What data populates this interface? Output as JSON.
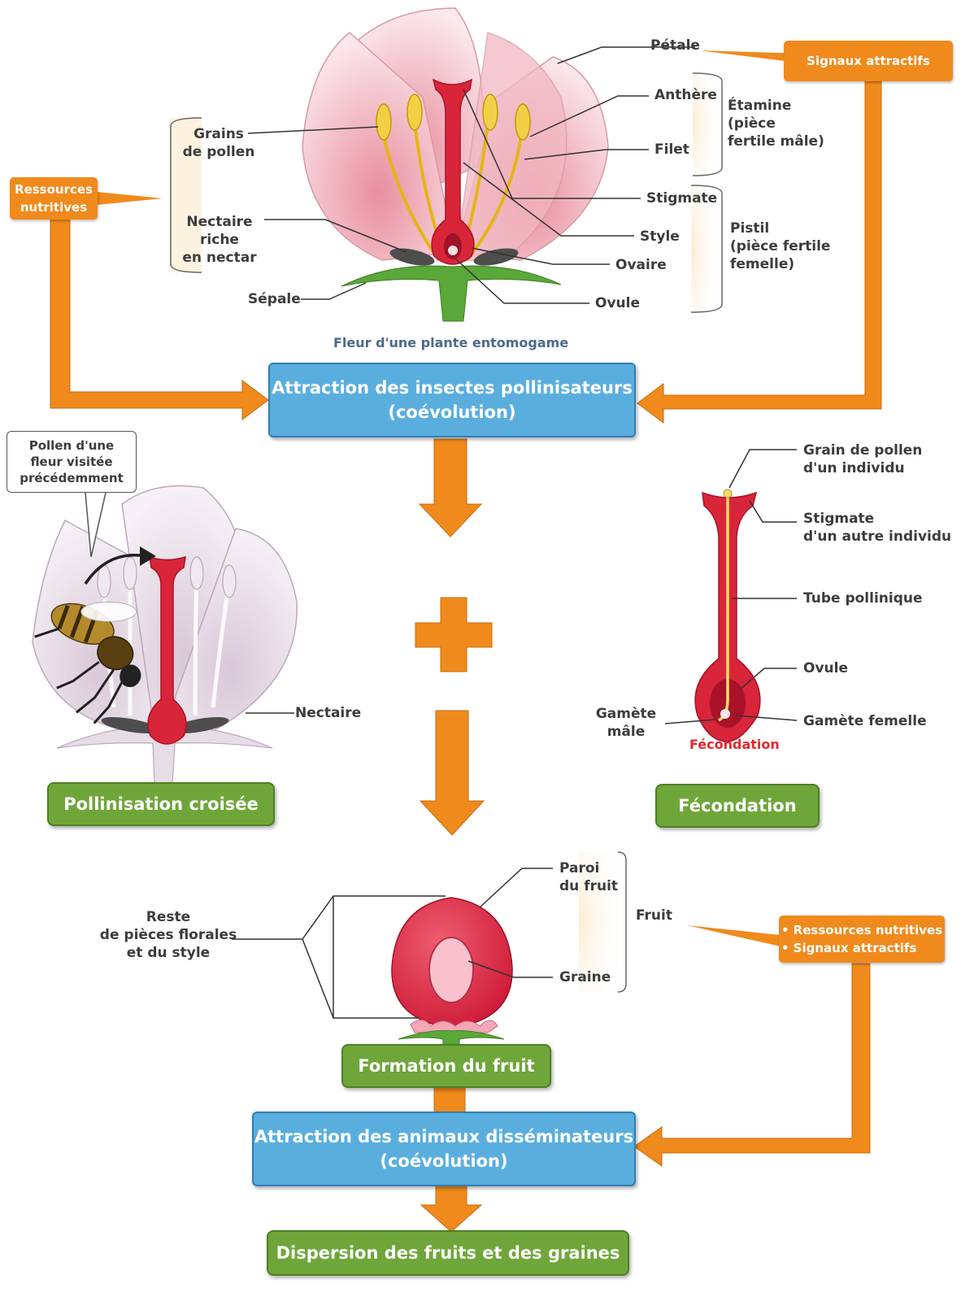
{
  "flower": {
    "caption": "Fleur d'une plante entomogame",
    "labels": {
      "petale": "Pétale",
      "anthere": "Anthère",
      "filet": "Filet",
      "etamine": "Étamine\n(pièce\nfertile mâle)",
      "stigmate": "Stigmate",
      "style": "Style",
      "ovaire": "Ovaire",
      "ovule": "Ovule",
      "pistil": "Pistil\n(pièce fertile\nfemelle)",
      "grains": "Grains\nde pollen",
      "nectaire": "Nectaire\nriche\nen nectar",
      "sepale": "Sépale"
    }
  },
  "tags": {
    "signaux": "Signaux attractifs",
    "ressources": "Ressources\nnutritives",
    "fruit_tag": "• Ressources nutritives\n• Signaux attractifs"
  },
  "boxes": {
    "attraction_insectes": "Attraction des insectes pollinisateurs\n(coévolution)",
    "pollinisation": "Pollinisation croisée",
    "fecondation": "Fécondation",
    "formation": "Formation du fruit",
    "attraction_animaux": "Attraction des animaux disséminateurs\n(coévolution)",
    "dispersion": "Dispersion des fruits et des graines"
  },
  "pollination": {
    "callout": "Pollen d'une\nfleur visitée\nprécédemment",
    "nectaire": "Nectaire"
  },
  "fertilization": {
    "grain": "Grain de pollen\nd'un individu",
    "stigmate": "Stigmate\nd'un autre individu",
    "tube": "Tube pollinique",
    "ovule": "Ovule",
    "gamete_male": "Gamète\nmâle",
    "gamete_femelle": "Gamète femelle",
    "fecondation": "Fécondation"
  },
  "fruit": {
    "reste": "Reste\nde pièces florales\net du style",
    "paroi": "Paroi\ndu fruit",
    "graine": "Graine",
    "fruit": "Fruit"
  },
  "colors": {
    "arrow": "#f08a1c",
    "blue_box": "#5aaede",
    "green_box": "#6fa63a",
    "pistil": "#d9253a",
    "petal": "#f3c5cc"
  }
}
